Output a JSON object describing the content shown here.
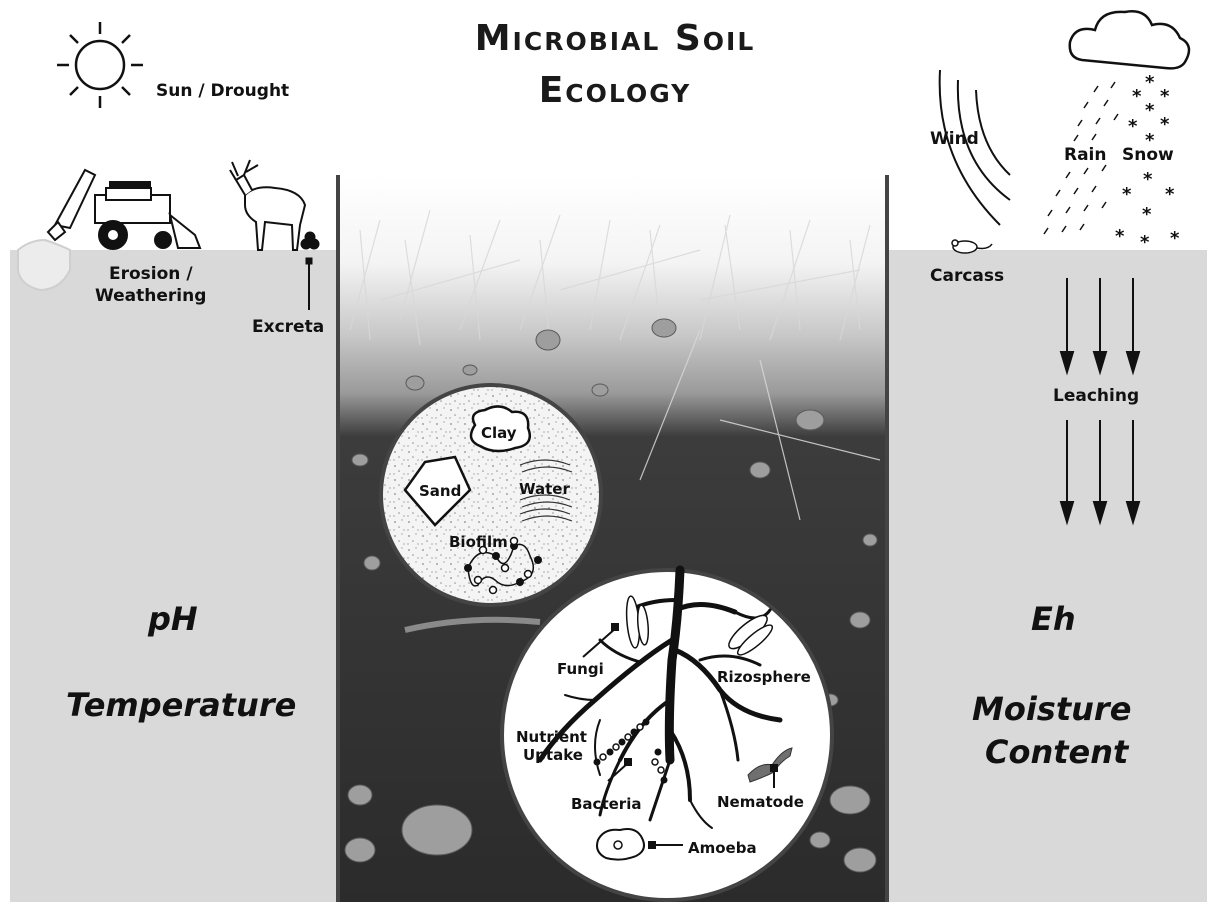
{
  "title": {
    "line1": "Microbial Soil",
    "line2": "Ecology"
  },
  "left": {
    "sun_label": "Sun / Drought",
    "erosion_label_1": "Erosion /",
    "erosion_label_2": "Weathering",
    "excreta_label": "Excreta",
    "ph_label": "pH",
    "temperature_label": "Temperature"
  },
  "right": {
    "wind_label": "Wind",
    "rain_label": "Rain",
    "snow_label": "Snow",
    "carcass_label": "Carcass",
    "leaching_label": "Leaching",
    "eh_label": "Eh",
    "moisture_label_1": "Moisture",
    "moisture_label_2": "Content"
  },
  "particles_circle": {
    "clay_label": "Clay",
    "sand_label": "Sand",
    "water_label": "Water",
    "biofilm_label": "Biofilm"
  },
  "root_circle": {
    "fungi_label": "Fungi",
    "rizosphere_label": "Rizosphere",
    "nutrient_label_1": "Nutrient",
    "nutrient_label_2": "Uptake",
    "bacteria_label": "Bacteria",
    "nematode_label": "Nematode",
    "amoeba_label": "Amoeba"
  }
}
